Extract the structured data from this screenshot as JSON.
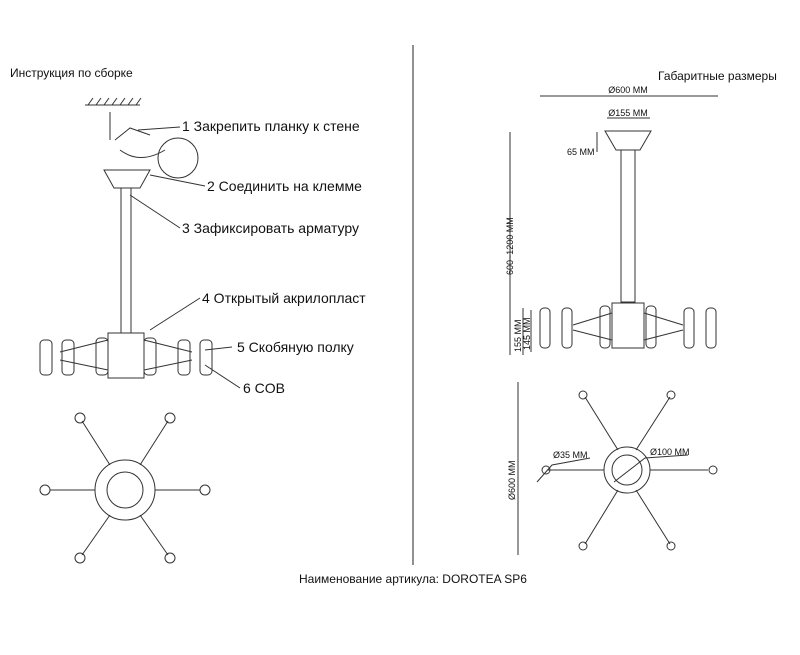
{
  "left_title": "Инструкция по сборке",
  "right_title": "Габаритные размеры",
  "steps": [
    "1 Закрепить планку к стене",
    "2 Соединить на клемме",
    "3 Зафиксировать арматуру",
    "4 Открытый акрилопласт",
    "5 Скобяную полку",
    "6 COB"
  ],
  "dims": {
    "width": "Ø600 MM",
    "canopy": "Ø155 MM",
    "canopy_h": "65 MM",
    "height": "600~1200  MM",
    "h1": "155 MM",
    "h2": "145 MM",
    "diam": "Ø600 MM",
    "lamp": "Ø35 MM",
    "center": "Ø100 MM"
  },
  "footer": "Наименование артикула: DOROTEA SP6"
}
